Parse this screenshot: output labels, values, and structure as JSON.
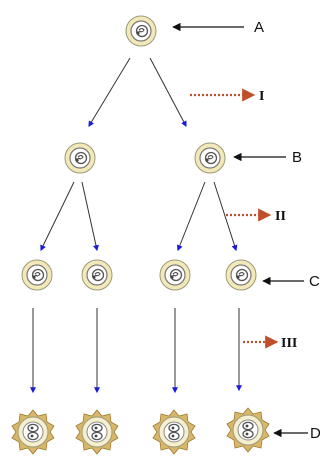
{
  "labels": {
    "a": "A",
    "b": "B",
    "c": "C",
    "d": "D",
    "step_1": "I",
    "step_2": "II",
    "step_3": "III"
  },
  "colors": {
    "flow_arrowhead": "#1a1adb",
    "step_arrow": "#c0502b",
    "cell_wall": "#f3e9b8",
    "cell_wall_outline": "#9a9a7a",
    "spore_spikes": "#b8923a",
    "nucleus": "#555555"
  },
  "icons": {
    "round_cell": "cell-icon",
    "spiked_spore": "spore-icon",
    "pointer": "pointer-arrow-icon"
  }
}
